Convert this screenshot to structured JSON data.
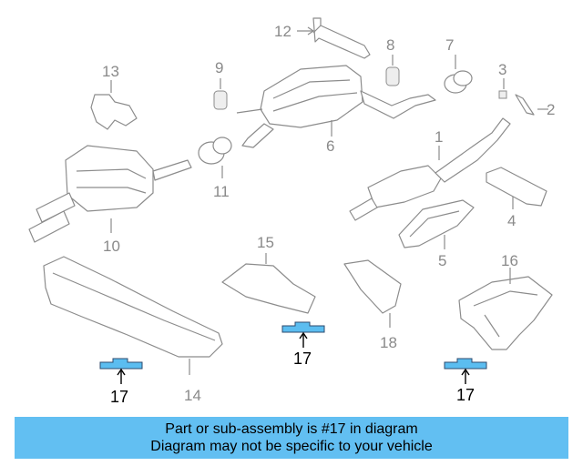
{
  "diagram": {
    "highlight_color": "#5bbdf0",
    "callouts": {
      "c1": "1",
      "c2": "2",
      "c3": "3",
      "c4": "4",
      "c5": "5",
      "c6": "6",
      "c7": "7",
      "c8": "8",
      "c9": "9",
      "c10": "10",
      "c11": "11",
      "c12": "12",
      "c13": "13",
      "c14": "14",
      "c15": "15",
      "c16": "16",
      "c18": "18",
      "c17a": "17",
      "c17b": "17",
      "c17c": "17"
    }
  },
  "banner": {
    "background": "#62bff2",
    "line1": "Part or sub-assembly is #17 in diagram",
    "line2": "Diagram may not be specific to your vehicle"
  }
}
